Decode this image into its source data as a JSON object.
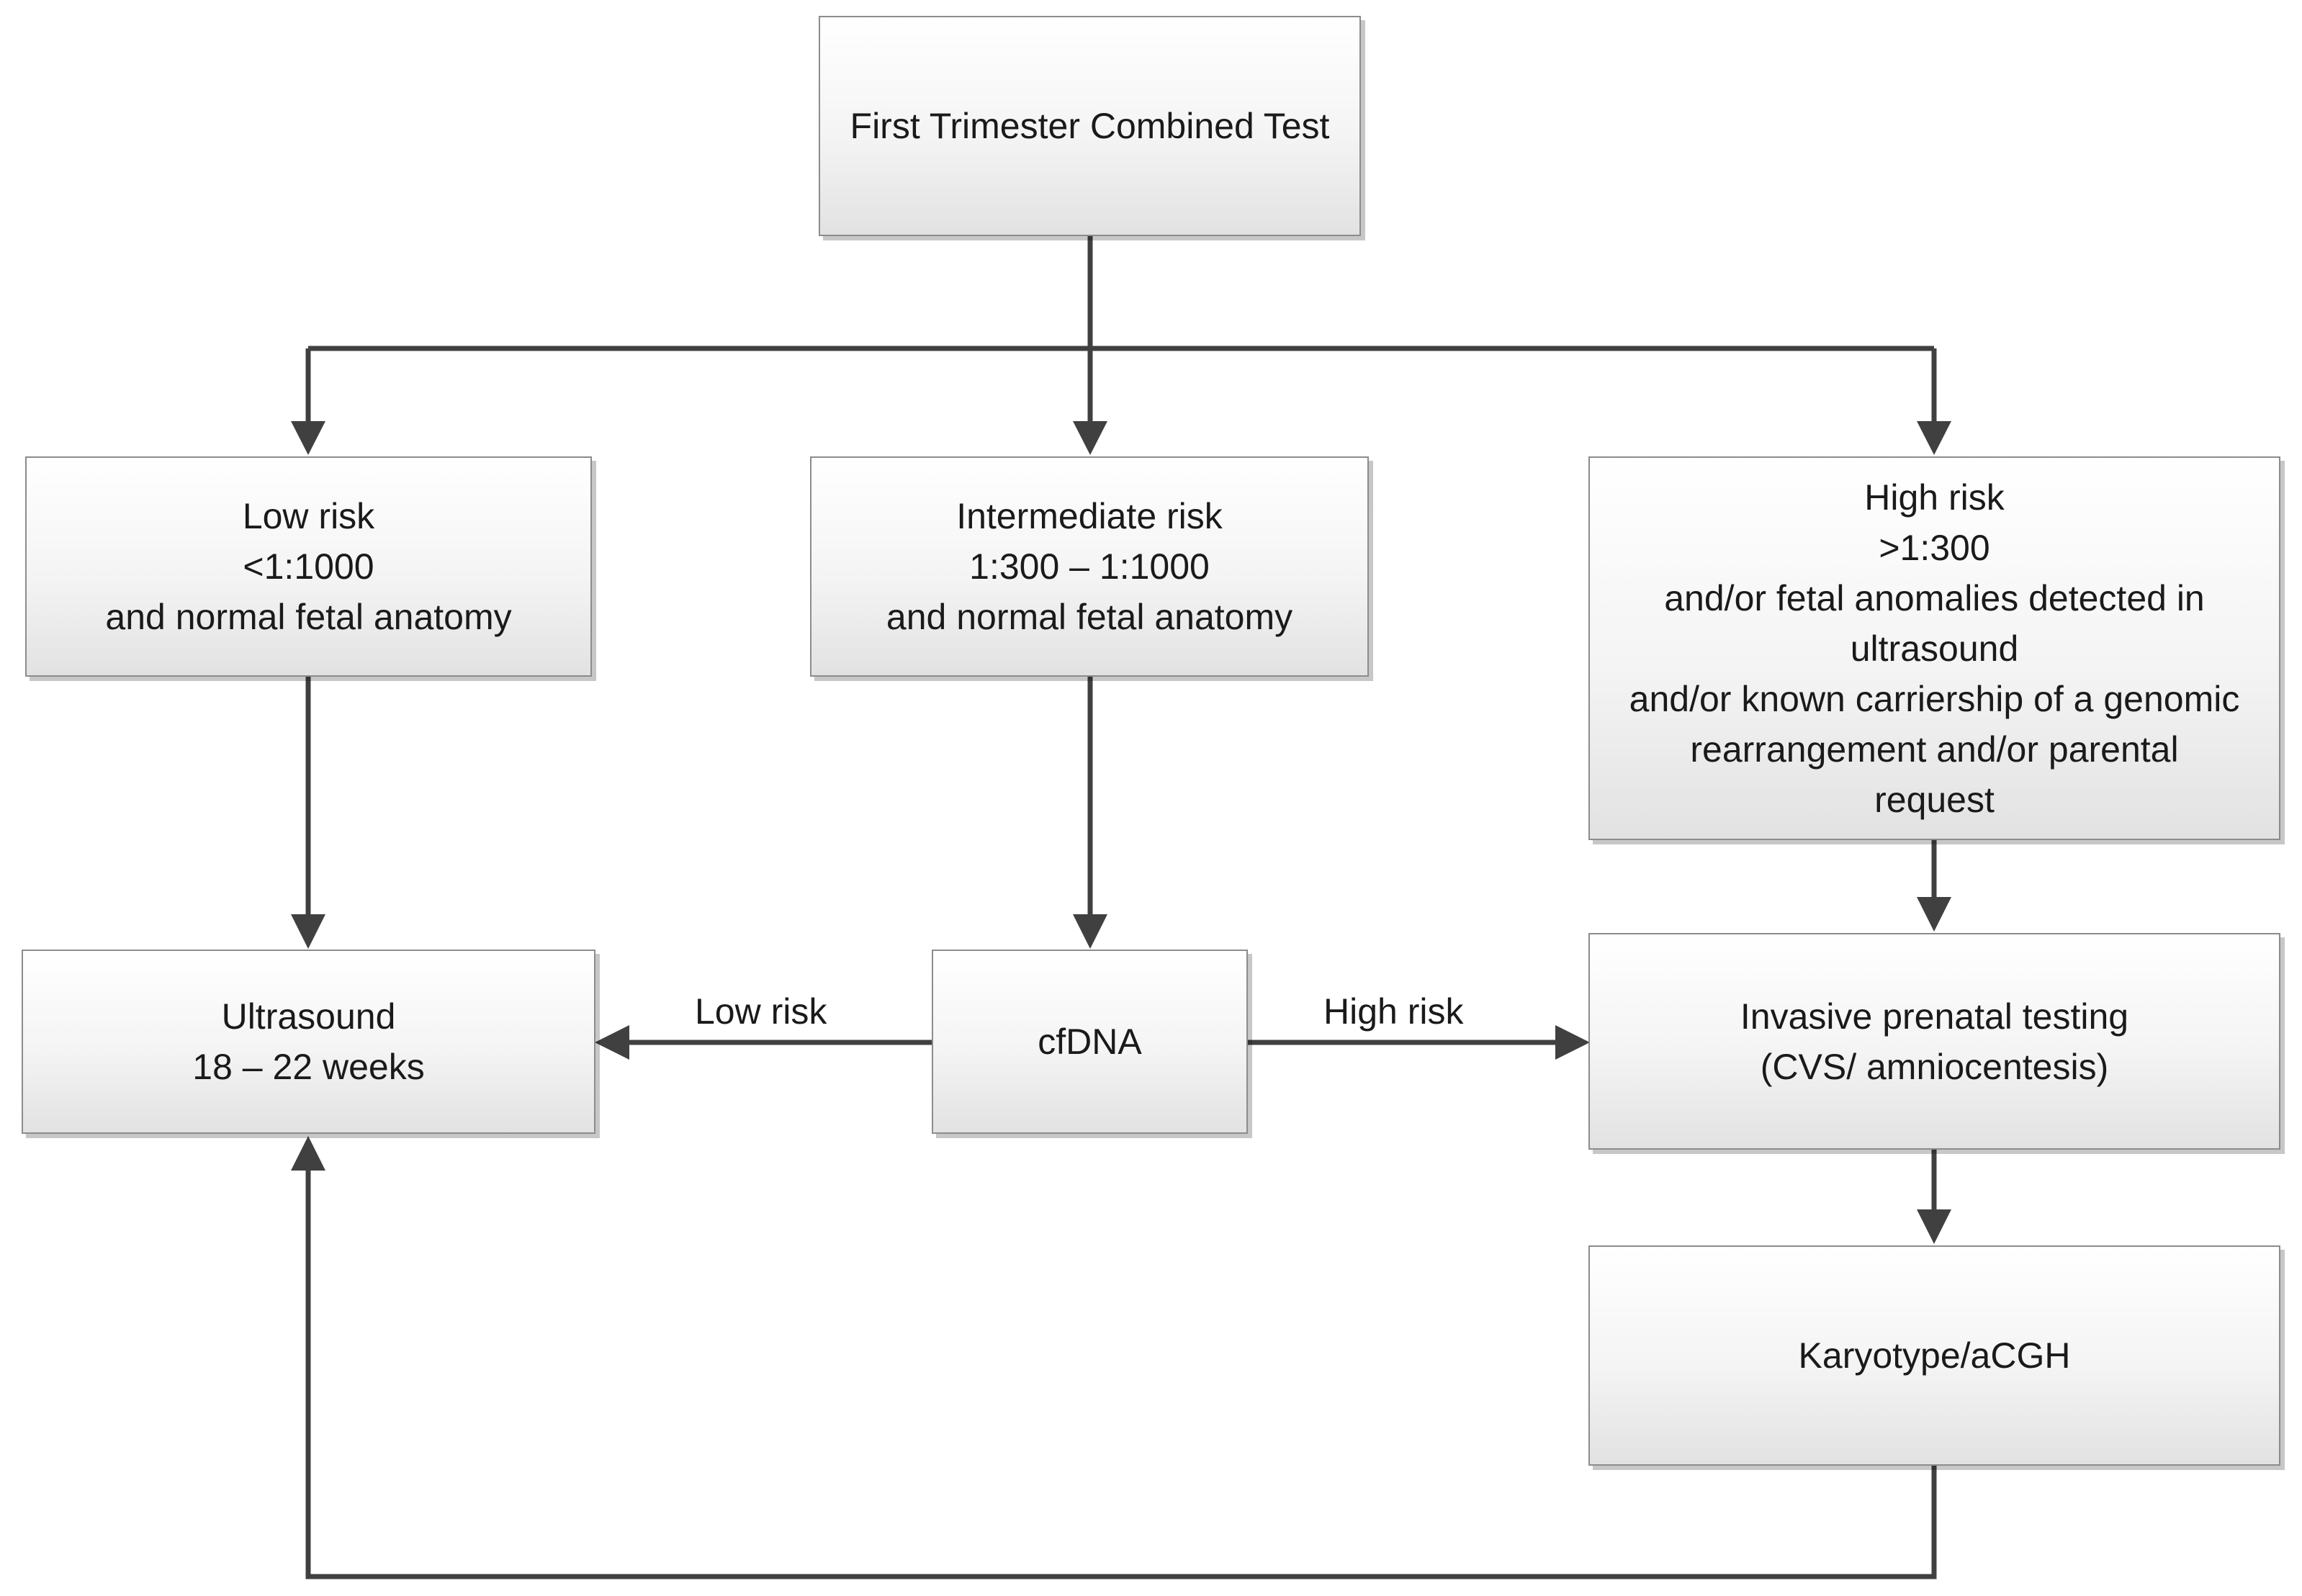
{
  "nodes": {
    "first_trimester": {
      "lines": [
        "First Trimester Combined Test"
      ]
    },
    "low_risk": {
      "lines": [
        "Low risk",
        "<1:1000",
        "and normal fetal anatomy"
      ]
    },
    "intermediate_risk": {
      "lines": [
        "Intermediate risk",
        "1:300 – 1:1000",
        "and normal fetal anatomy"
      ]
    },
    "high_risk": {
      "lines": [
        "High risk",
        ">1:300",
        "and/or fetal anomalies detected in",
        "ultrasound",
        "and/or known carriership of a genomic",
        "rearrangement and/or parental",
        "request"
      ]
    },
    "ultrasound": {
      "lines": [
        "Ultrasound",
        "18 – 22 weeks"
      ]
    },
    "cfdna": {
      "lines": [
        "cfDNA"
      ]
    },
    "invasive": {
      "lines": [
        "Invasive prenatal testing",
        "(CVS/ amniocentesis)"
      ]
    },
    "karyotype": {
      "lines": [
        "Karyotype/aCGH"
      ]
    }
  },
  "edge_labels": {
    "cfdna_low": "Low risk",
    "cfdna_high": "High risk"
  },
  "colors": {
    "box_border": "#8c8c8c",
    "arrow": "#404040",
    "text": "#1a1a1a"
  }
}
